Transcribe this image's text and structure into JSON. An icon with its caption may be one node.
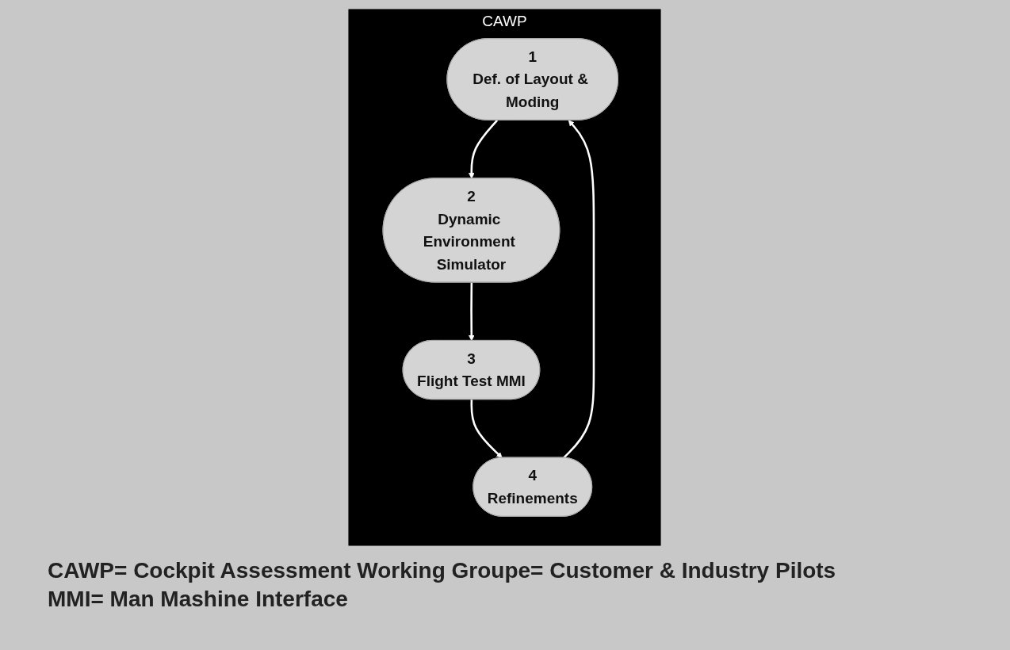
{
  "diagram": {
    "nodes": [
      {
        "text": [
          "CAWP"
        ]
      },
      {
        "text": [
          "1",
          "Def. of Layout & Moding"
        ],
        "in": 0
      },
      {
        "text": [
          "2",
          "Dynamic Environment Simulator"
        ],
        "in": 0
      },
      {
        "text": [
          "3",
          "Flight Test MMI"
        ],
        "in": 0
      },
      {
        "text": [
          "4",
          "Refinements"
        ],
        "in": 0
      }
    ],
    "edges": [
      {
        "from": 4,
        "to": 1,
        "arrow": "to"
      },
      {
        "from": 1,
        "to": 2,
        "arrow": "to"
      },
      {
        "from": 2,
        "to": 3,
        "arrow": "to"
      },
      {
        "from": 3,
        "to": 4,
        "arrow": "to"
      }
    ],
    "labels": [
      "CAWP= Cockpit Assessment Working Groupe= Customer & Industry Pilots",
      "MMI= Man Mashine Interface"
    ]
  }
}
